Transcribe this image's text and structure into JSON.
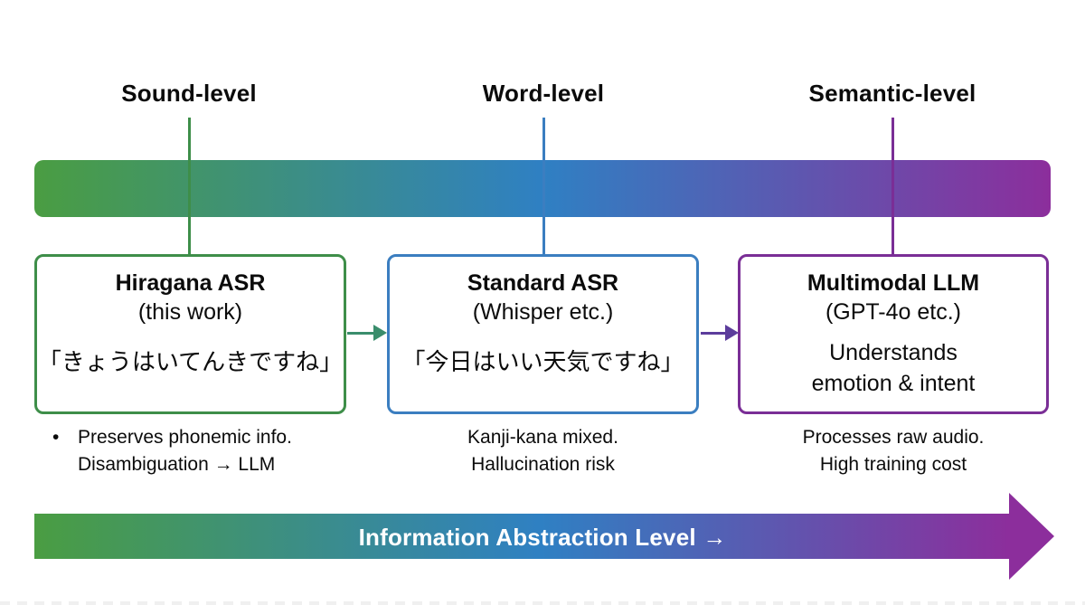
{
  "levels": [
    {
      "label": "Sound-level",
      "accent_color": "#3e8e49"
    },
    {
      "label": "Word-level",
      "accent_color": "#3b7ec0"
    },
    {
      "label": "Semantic-level",
      "accent_color": "#7a2e96"
    }
  ],
  "gradient": {
    "start": "#4a9d42",
    "mid": "#2f80c3",
    "end": "#8c2e9c"
  },
  "boxes": [
    {
      "title": "Hiragana ASR",
      "subtitle": "(this work)",
      "body": "「きょうはいてんきですね」",
      "border_color": "#3e8e49"
    },
    {
      "title": "Standard ASR",
      "subtitle": "(Whisper etc.)",
      "body": "「今日はいい天気ですね」",
      "border_color": "#3b7ec0"
    },
    {
      "title": "Multimodal LLM",
      "subtitle": "(GPT-4o etc.)",
      "body_line1": "Understands",
      "body_line2": "emotion & intent",
      "border_color": "#7a2e96"
    }
  ],
  "connector_arrows": [
    {
      "name": "hiragana-to-standard",
      "color": "#3a8d6c"
    },
    {
      "name": "standard-to-multimodal",
      "color": "#5c3d9c"
    }
  ],
  "notes": [
    {
      "bullet": "•",
      "line1": "Preserves phonemic info.",
      "line2": "Disambiguation → LLM"
    },
    {
      "line1": "Kanji-kana mixed.",
      "line2": "Hallucination risk"
    },
    {
      "line1": "Processes raw audio.",
      "line2": "High training cost"
    }
  ],
  "bottom_arrow": {
    "label": "Information Abstraction Level →"
  }
}
